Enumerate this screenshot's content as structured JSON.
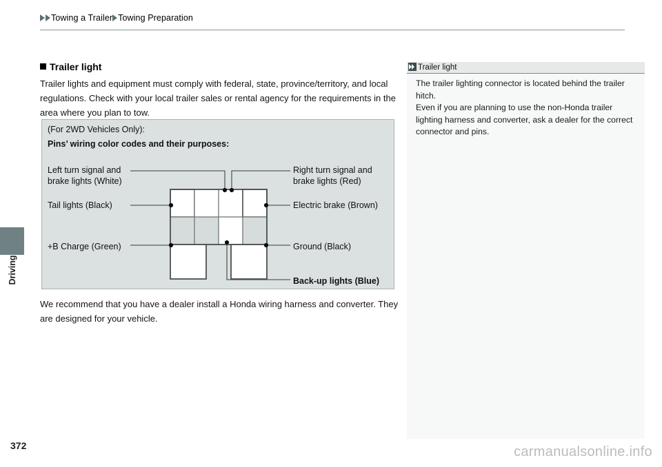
{
  "breadcrumb": {
    "items": [
      "Towing a Trailer",
      "Towing Preparation"
    ],
    "marker_icon": "triangle-right-icon"
  },
  "side_tab": {
    "label": "Driving",
    "block_color": "#6f8183"
  },
  "section": {
    "bullet_icon": "filled-square-icon",
    "heading": "Trailer light",
    "paragraph": "Trailer lights and equipment must comply with federal, state, province/territory, and local regulations. Check with your local trailer sales or rental agency for the requirements in the area where you plan to tow.",
    "closing_paragraph": "We recommend that you have a dealer install a Honda wiring harness and converter. They are designed for your vehicle."
  },
  "figure": {
    "caption_1": "(For 2WD Vehicles Only):",
    "caption_2": "Pins’ wiring color codes and their purposes:",
    "background_color": "#dbe0e0",
    "border_color": "#a9b3b3",
    "labels": {
      "left_turn": "Left turn signal and\nbrake lights (White)",
      "left_turn_line1": "Left turn signal and",
      "left_turn_line2": "brake lights (White)",
      "tail": "Tail lights (Black)",
      "b_charge": "+B Charge (Green)",
      "right_turn_line1": "Right turn signal and",
      "right_turn_line2": "brake lights (Red)",
      "electric_brake": "Electric brake (Brown)",
      "ground": "Ground (Black)",
      "backup": "Back-up lights (Blue)"
    },
    "pins": [
      {
        "name": "left-turn-signal-brake-lights",
        "color_code": "White",
        "purpose": "Left turn signal and brake lights"
      },
      {
        "name": "right-turn-signal-brake-lights",
        "color_code": "Red",
        "purpose": "Right turn signal and brake lights"
      },
      {
        "name": "tail-lights",
        "color_code": "Black",
        "purpose": "Tail lights"
      },
      {
        "name": "electric-brake",
        "color_code": "Brown",
        "purpose": "Electric brake"
      },
      {
        "name": "b-charge",
        "color_code": "Green",
        "purpose": "+B Charge"
      },
      {
        "name": "ground",
        "color_code": "Black",
        "purpose": "Ground"
      },
      {
        "name": "back-up-lights",
        "color_code": "Blue",
        "purpose": "Back-up lights"
      }
    ]
  },
  "note_panel": {
    "icon": "double-chevron-icon",
    "title": "Trailer light",
    "paragraph_1": "The trailer lighting connector is located behind the trailer hitch.",
    "paragraph_2": "Even if you are planning to use the non-Honda trailer lighting harness and converter, ask a dealer for the correct connector and pins."
  },
  "footer": {
    "page_number": "372",
    "watermark": "carmanualsonline.info"
  }
}
